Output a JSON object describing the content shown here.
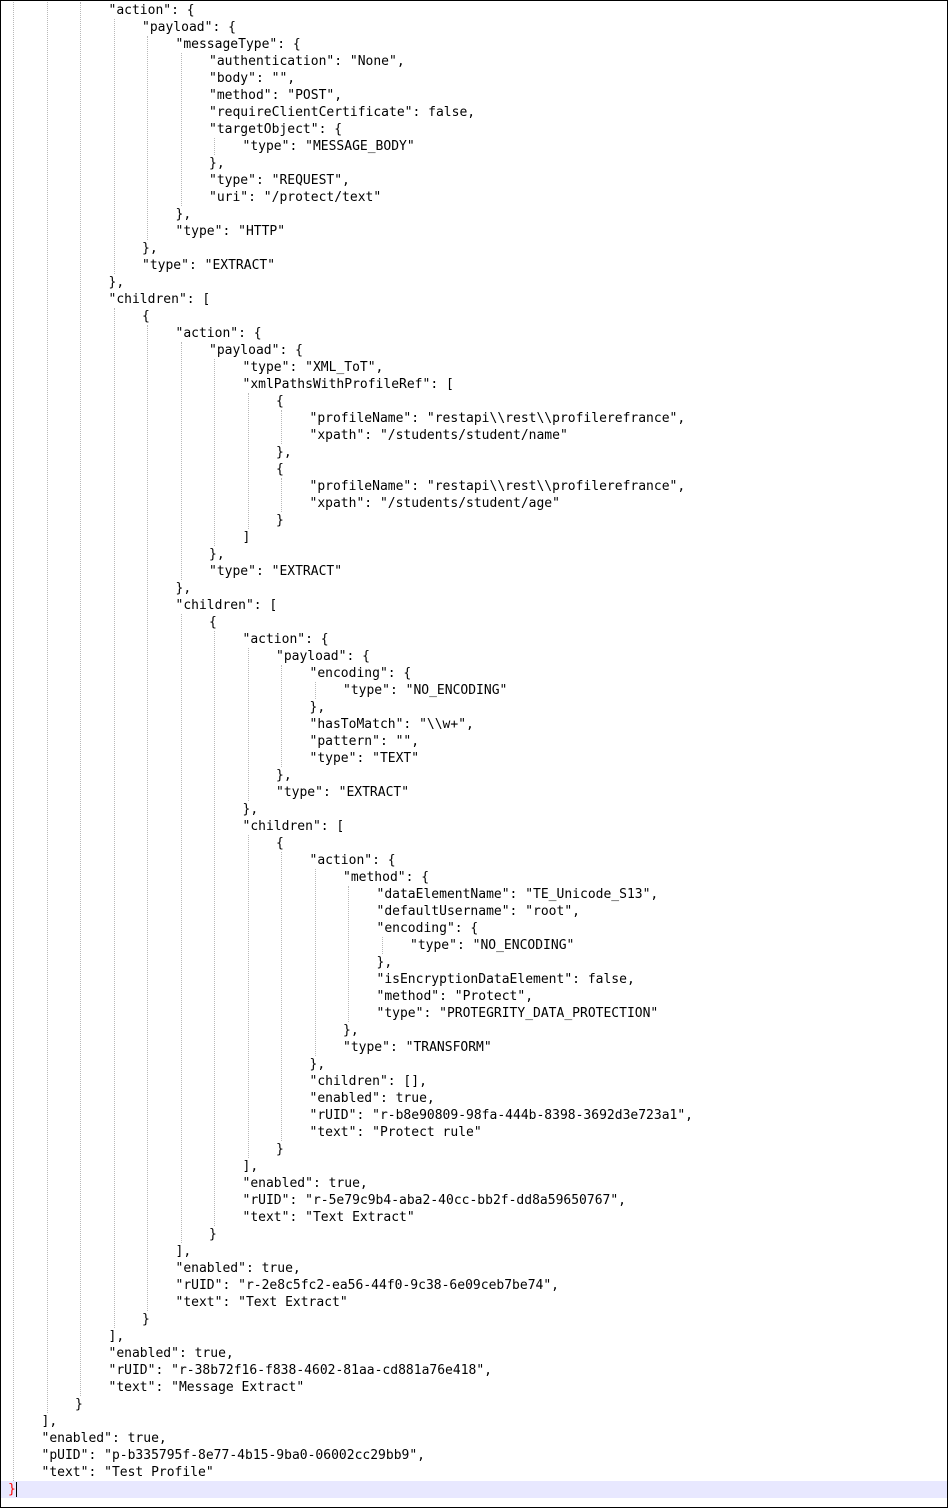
{
  "editor": {
    "language": "json",
    "lines": [
      {
        "indent": 3,
        "text": "\"action\": {"
      },
      {
        "indent": 4,
        "text": "\"payload\": {"
      },
      {
        "indent": 5,
        "text": "\"messageType\": {"
      },
      {
        "indent": 6,
        "text": "\"authentication\": \"None\","
      },
      {
        "indent": 6,
        "text": "\"body\": \"\","
      },
      {
        "indent": 6,
        "text": "\"method\": \"POST\","
      },
      {
        "indent": 6,
        "text": "\"requireClientCertificate\": false,"
      },
      {
        "indent": 6,
        "text": "\"targetObject\": {"
      },
      {
        "indent": 7,
        "text": "\"type\": \"MESSAGE_BODY\""
      },
      {
        "indent": 6,
        "text": "},"
      },
      {
        "indent": 6,
        "text": "\"type\": \"REQUEST\","
      },
      {
        "indent": 6,
        "text": "\"uri\": \"/protect/text\""
      },
      {
        "indent": 5,
        "text": "},"
      },
      {
        "indent": 5,
        "text": "\"type\": \"HTTP\""
      },
      {
        "indent": 4,
        "text": "},"
      },
      {
        "indent": 4,
        "text": "\"type\": \"EXTRACT\""
      },
      {
        "indent": 3,
        "text": "},"
      },
      {
        "indent": 3,
        "text": "\"children\": ["
      },
      {
        "indent": 4,
        "text": "{"
      },
      {
        "indent": 5,
        "text": "\"action\": {"
      },
      {
        "indent": 6,
        "text": "\"payload\": {"
      },
      {
        "indent": 7,
        "text": "\"type\": \"XML_ToT\","
      },
      {
        "indent": 7,
        "text": "\"xmlPathsWithProfileRef\": ["
      },
      {
        "indent": 8,
        "text": "{"
      },
      {
        "indent": 9,
        "text": "\"profileName\": \"restapi\\\\rest\\\\profilerefrance\","
      },
      {
        "indent": 9,
        "text": "\"xpath\": \"/students/student/name\""
      },
      {
        "indent": 8,
        "text": "},"
      },
      {
        "indent": 8,
        "text": "{"
      },
      {
        "indent": 9,
        "text": "\"profileName\": \"restapi\\\\rest\\\\profilerefrance\","
      },
      {
        "indent": 9,
        "text": "\"xpath\": \"/students/student/age\""
      },
      {
        "indent": 8,
        "text": "}"
      },
      {
        "indent": 7,
        "text": "]"
      },
      {
        "indent": 6,
        "text": "},"
      },
      {
        "indent": 6,
        "text": "\"type\": \"EXTRACT\""
      },
      {
        "indent": 5,
        "text": "},"
      },
      {
        "indent": 5,
        "text": "\"children\": ["
      },
      {
        "indent": 6,
        "text": "{"
      },
      {
        "indent": 7,
        "text": "\"action\": {"
      },
      {
        "indent": 8,
        "text": "\"payload\": {"
      },
      {
        "indent": 9,
        "text": "\"encoding\": {"
      },
      {
        "indent": 10,
        "text": "\"type\": \"NO_ENCODING\""
      },
      {
        "indent": 9,
        "text": "},"
      },
      {
        "indent": 9,
        "text": "\"hasToMatch\": \"\\\\w+\","
      },
      {
        "indent": 9,
        "text": "\"pattern\": \"\","
      },
      {
        "indent": 9,
        "text": "\"type\": \"TEXT\""
      },
      {
        "indent": 8,
        "text": "},"
      },
      {
        "indent": 8,
        "text": "\"type\": \"EXTRACT\""
      },
      {
        "indent": 7,
        "text": "},"
      },
      {
        "indent": 7,
        "text": "\"children\": ["
      },
      {
        "indent": 8,
        "text": "{"
      },
      {
        "indent": 9,
        "text": "\"action\": {"
      },
      {
        "indent": 10,
        "text": "\"method\": {"
      },
      {
        "indent": 11,
        "text": "\"dataElementName\": \"TE_Unicode_S13\","
      },
      {
        "indent": 11,
        "text": "\"defaultUsername\": \"root\","
      },
      {
        "indent": 11,
        "text": "\"encoding\": {"
      },
      {
        "indent": 12,
        "text": "\"type\": \"NO_ENCODING\""
      },
      {
        "indent": 11,
        "text": "},"
      },
      {
        "indent": 11,
        "text": "\"isEncryptionDataElement\": false,"
      },
      {
        "indent": 11,
        "text": "\"method\": \"Protect\","
      },
      {
        "indent": 11,
        "text": "\"type\": \"PROTEGRITY_DATA_PROTECTION\""
      },
      {
        "indent": 10,
        "text": "},"
      },
      {
        "indent": 10,
        "text": "\"type\": \"TRANSFORM\""
      },
      {
        "indent": 9,
        "text": "},"
      },
      {
        "indent": 9,
        "text": "\"children\": [],"
      },
      {
        "indent": 9,
        "text": "\"enabled\": true,"
      },
      {
        "indent": 9,
        "text": "\"rUID\": \"r-b8e90809-98fa-444b-8398-3692d3e723a1\","
      },
      {
        "indent": 9,
        "text": "\"text\": \"Protect rule\""
      },
      {
        "indent": 8,
        "text": "}"
      },
      {
        "indent": 7,
        "text": "],"
      },
      {
        "indent": 7,
        "text": "\"enabled\": true,"
      },
      {
        "indent": 7,
        "text": "\"rUID\": \"r-5e79c9b4-aba2-40cc-bb2f-dd8a59650767\","
      },
      {
        "indent": 7,
        "text": "\"text\": \"Text Extract\""
      },
      {
        "indent": 6,
        "text": "}"
      },
      {
        "indent": 5,
        "text": "],"
      },
      {
        "indent": 5,
        "text": "\"enabled\": true,"
      },
      {
        "indent": 5,
        "text": "\"rUID\": \"r-2e8c5fc2-ea56-44f0-9c38-6e09ceb7be74\","
      },
      {
        "indent": 5,
        "text": "\"text\": \"Text Extract\""
      },
      {
        "indent": 4,
        "text": "}"
      },
      {
        "indent": 3,
        "text": "],"
      },
      {
        "indent": 3,
        "text": "\"enabled\": true,"
      },
      {
        "indent": 3,
        "text": "\"rUID\": \"r-38b72f16-f838-4602-81aa-cd881a76e418\","
      },
      {
        "indent": 3,
        "text": "\"text\": \"Message Extract\""
      },
      {
        "indent": 2,
        "text": "}"
      },
      {
        "indent": 1,
        "text": "],"
      },
      {
        "indent": 1,
        "text": "\"enabled\": true,"
      },
      {
        "indent": 1,
        "text": "\"pUID\": \"p-b335795f-8e77-4b15-9ba0-06002cc29bb9\","
      },
      {
        "indent": 1,
        "text": "\"text\": \"Test Profile\""
      },
      {
        "indent": 0,
        "text": "}",
        "current": true,
        "brace_match": true
      }
    ],
    "colors": {
      "text": "#000000",
      "current_line_bg": "#e8e8ff",
      "indent_guide": "#b8b8b8",
      "brace_match": "#ff0000"
    }
  }
}
